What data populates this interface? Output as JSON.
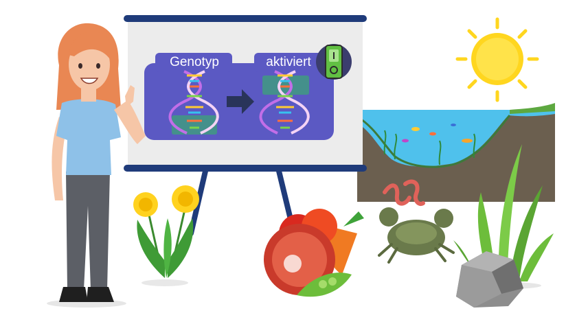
{
  "board": {
    "left_title": "Genotyp",
    "right_title": "aktiviert"
  },
  "colors": {
    "board_frame": "#1f3b7a",
    "board_inner": "#5b59c3",
    "label_bg": "#5b59c3",
    "switch_bg": "#3b3d6e",
    "switch_green": "#61c043",
    "arrow": "#29345a",
    "water": "#4fc1ec",
    "soil": "#6b5f4f",
    "sun": "#ffd61f",
    "shirt": "#8ec1e8",
    "hair": "#e98753"
  },
  "icons": [
    "teacher-character",
    "presentation-board",
    "dna-strand-icon",
    "arrow-right-icon",
    "toggle-switch-icon",
    "sun-icon",
    "pond-habitat",
    "dandelion-plant",
    "vegetables-group",
    "crab-with-worms",
    "grass-tuft",
    "stone-rock"
  ]
}
